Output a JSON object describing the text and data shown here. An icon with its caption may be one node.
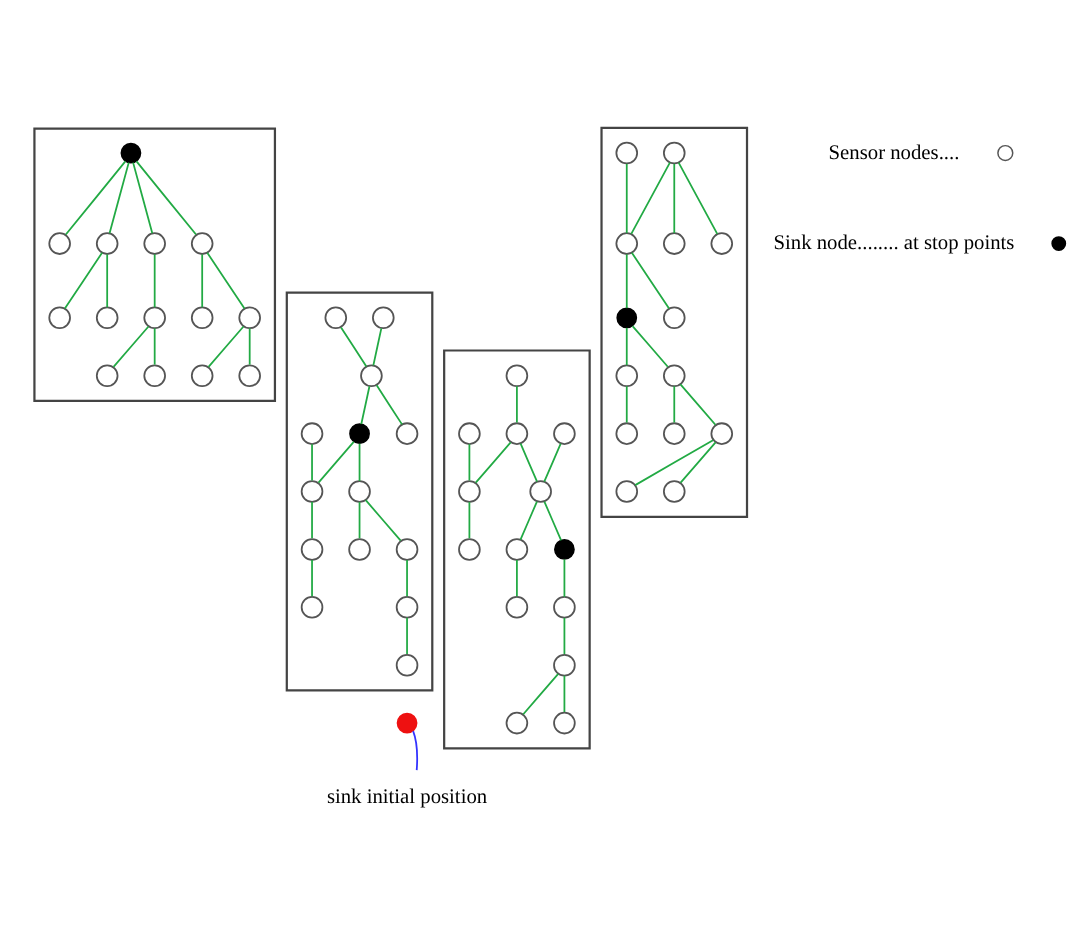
{
  "diagram": {
    "nodes": [
      {
        "text": [],
        "shape": "box"
      },
      {
        "text": [],
        "shape": "dot",
        "in": 0
      },
      {
        "text": [],
        "shape": "circle",
        "in": 0
      },
      {
        "text": [],
        "shape": "circle",
        "in": 0
      },
      {
        "text": [],
        "shape": "circle",
        "in": 0
      },
      {
        "text": [],
        "shape": "circle",
        "in": 0
      },
      {
        "text": [],
        "shape": "circle",
        "in": 0
      },
      {
        "text": [],
        "shape": "circle",
        "in": 0
      },
      {
        "text": [],
        "shape": "circle",
        "in": 0
      },
      {
        "text": [],
        "shape": "circle",
        "in": 0
      },
      {
        "text": [],
        "shape": "circle",
        "in": 0
      },
      {
        "text": [],
        "shape": "circle",
        "in": 0
      },
      {
        "text": [],
        "shape": "circle",
        "in": 0
      },
      {
        "text": [],
        "shape": "circle",
        "in": 0
      },
      {
        "text": [],
        "shape": "circle",
        "in": 0
      },
      {
        "text": [],
        "shape": "box"
      },
      {
        "text": [],
        "shape": "dot",
        "in": 15
      },
      {
        "text": [],
        "shape": "circle",
        "in": 15
      },
      {
        "text": [],
        "shape": "circle",
        "in": 15
      },
      {
        "text": [],
        "shape": "circle",
        "in": 15
      },
      {
        "text": [],
        "shape": "circle",
        "in": 15
      },
      {
        "text": [],
        "shape": "circle",
        "in": 15
      },
      {
        "text": [],
        "shape": "circle",
        "in": 15
      },
      {
        "text": [],
        "shape": "circle",
        "in": 15
      },
      {
        "text": [],
        "shape": "circle",
        "in": 15
      },
      {
        "text": [],
        "shape": "circle",
        "in": 15
      },
      {
        "text": [],
        "shape": "circle",
        "in": 15
      },
      {
        "text": [],
        "shape": "circle",
        "in": 15
      },
      {
        "text": [],
        "shape": "circle",
        "in": 15
      },
      {
        "text": [],
        "shape": "circle",
        "in": 15
      },
      {
        "text": [],
        "shape": "box"
      },
      {
        "text": [],
        "shape": "dot",
        "in": 30
      },
      {
        "text": [],
        "shape": "circle",
        "in": 30
      },
      {
        "text": [],
        "shape": "circle",
        "in": 30
      },
      {
        "text": [],
        "shape": "circle",
        "in": 30
      },
      {
        "text": [],
        "shape": "circle",
        "in": 30
      },
      {
        "text": [],
        "shape": "circle",
        "in": 30
      },
      {
        "text": [],
        "shape": "circle",
        "in": 30
      },
      {
        "text": [],
        "shape": "circle",
        "in": 30
      },
      {
        "text": [],
        "shape": "circle",
        "in": 30
      },
      {
        "text": [],
        "shape": "circle",
        "in": 30
      },
      {
        "text": [],
        "shape": "circle",
        "in": 30
      },
      {
        "text": [],
        "shape": "circle",
        "in": 30
      },
      {
        "text": [],
        "shape": "circle",
        "in": 30
      },
      {
        "text": [],
        "shape": "circle",
        "in": 30
      },
      {
        "text": [],
        "shape": "box"
      },
      {
        "text": [],
        "shape": "dot",
        "in": 45
      },
      {
        "text": [],
        "shape": "circle",
        "in": 45
      },
      {
        "text": [],
        "shape": "circle",
        "in": 45
      },
      {
        "text": [],
        "shape": "circle",
        "in": 45
      },
      {
        "text": [],
        "shape": "circle",
        "in": 45
      },
      {
        "text": [],
        "shape": "circle",
        "in": 45
      },
      {
        "text": [],
        "shape": "circle",
        "in": 45
      },
      {
        "text": [],
        "shape": "circle",
        "in": 45
      },
      {
        "text": [],
        "shape": "circle",
        "in": 45
      },
      {
        "text": [],
        "shape": "circle",
        "in": 45
      },
      {
        "text": [],
        "shape": "circle",
        "in": 45
      },
      {
        "text": [],
        "shape": "circle",
        "in": 45
      },
      {
        "text": [],
        "shape": "circle",
        "in": 45
      },
      {
        "text": [],
        "shape": "circle",
        "in": 45
      },
      {
        "text": [],
        "shape": "dot"
      },
      {
        "text": [
          "sink initial position"
        ]
      }
    ],
    "edges": [
      {
        "from": 1,
        "to": 2,
        "arrow": "none"
      },
      {
        "from": 1,
        "to": 3,
        "arrow": "none"
      },
      {
        "from": 3,
        "to": 4,
        "arrow": "none"
      },
      {
        "from": 3,
        "to": 5,
        "arrow": "none"
      },
      {
        "from": 1,
        "to": 6,
        "arrow": "none"
      },
      {
        "from": 6,
        "to": 7,
        "arrow": "none"
      },
      {
        "from": 7,
        "to": 8,
        "arrow": "none"
      },
      {
        "from": 7,
        "to": 9,
        "arrow": "none"
      },
      {
        "from": 1,
        "to": 10,
        "arrow": "none"
      },
      {
        "from": 10,
        "to": 11,
        "arrow": "none"
      },
      {
        "from": 10,
        "to": 12,
        "arrow": "none"
      },
      {
        "from": 12,
        "to": 13,
        "arrow": "none"
      },
      {
        "from": 12,
        "to": 14,
        "arrow": "none"
      },
      {
        "from": 17,
        "to": 19,
        "arrow": "none"
      },
      {
        "from": 18,
        "to": 19,
        "arrow": "none"
      },
      {
        "from": 19,
        "to": 16,
        "arrow": "none"
      },
      {
        "from": 19,
        "to": 20,
        "arrow": "none"
      },
      {
        "from": 17,
        "to": 21,
        "arrow": "none"
      },
      {
        "from": 17,
        "to": 22,
        "arrow": "none"
      },
      {
        "from": 16,
        "to": 23,
        "arrow": "none"
      },
      {
        "from": 23,
        "to": 24,
        "arrow": "none"
      },
      {
        "from": 16,
        "to": 25,
        "arrow": "none"
      },
      {
        "from": 25,
        "to": 26,
        "arrow": "none"
      },
      {
        "from": 25,
        "to": 27,
        "arrow": "none"
      },
      {
        "from": 27,
        "to": 28,
        "arrow": "none"
      },
      {
        "from": 27,
        "to": 29,
        "arrow": "none"
      },
      {
        "from": 32,
        "to": 36,
        "arrow": "none"
      },
      {
        "from": 33,
        "to": 36,
        "arrow": "none"
      },
      {
        "from": 36,
        "to": 31,
        "arrow": "none"
      },
      {
        "from": 36,
        "to": 37,
        "arrow": "none"
      },
      {
        "from": 31,
        "to": 38,
        "arrow": "none"
      },
      {
        "from": 34,
        "to": 38,
        "arrow": "none"
      },
      {
        "from": 38,
        "to": 35,
        "arrow": "none"
      },
      {
        "from": 35,
        "to": 39,
        "arrow": "none"
      },
      {
        "from": 31,
        "to": 40,
        "arrow": "none"
      },
      {
        "from": 40,
        "to": 41,
        "arrow": "none"
      },
      {
        "from": 40,
        "to": 42,
        "arrow": "none"
      },
      {
        "from": 42,
        "to": 43,
        "arrow": "none"
      },
      {
        "from": 43,
        "to": 44,
        "arrow": "none"
      },
      {
        "from": 47,
        "to": 51,
        "arrow": "none"
      },
      {
        "from": 48,
        "to": 49,
        "arrow": "none"
      },
      {
        "from": 49,
        "to": 51,
        "arrow": "none"
      },
      {
        "from": 49,
        "to": 52,
        "arrow": "none"
      },
      {
        "from": 50,
        "to": 52,
        "arrow": "none"
      },
      {
        "from": 51,
        "to": 46,
        "arrow": "none"
      },
      {
        "from": 51,
        "to": 53,
        "arrow": "none"
      },
      {
        "from": 52,
        "to": 54,
        "arrow": "none"
      },
      {
        "from": 46,
        "to": 55,
        "arrow": "none"
      },
      {
        "from": 55,
        "to": 56,
        "arrow": "none"
      },
      {
        "from": 53,
        "to": 57,
        "arrow": "none"
      },
      {
        "from": 56,
        "to": 58,
        "arrow": "none"
      },
      {
        "from": 56,
        "to": 59,
        "arrow": "none"
      },
      {
        "from": 61,
        "to": 60,
        "arrow": "none",
        "color": "#3333ff"
      }
    ],
    "legend": [
      {
        "text": "Sensor nodes...."
      },
      {
        "text": "Sink node........ at stop points"
      }
    ]
  }
}
